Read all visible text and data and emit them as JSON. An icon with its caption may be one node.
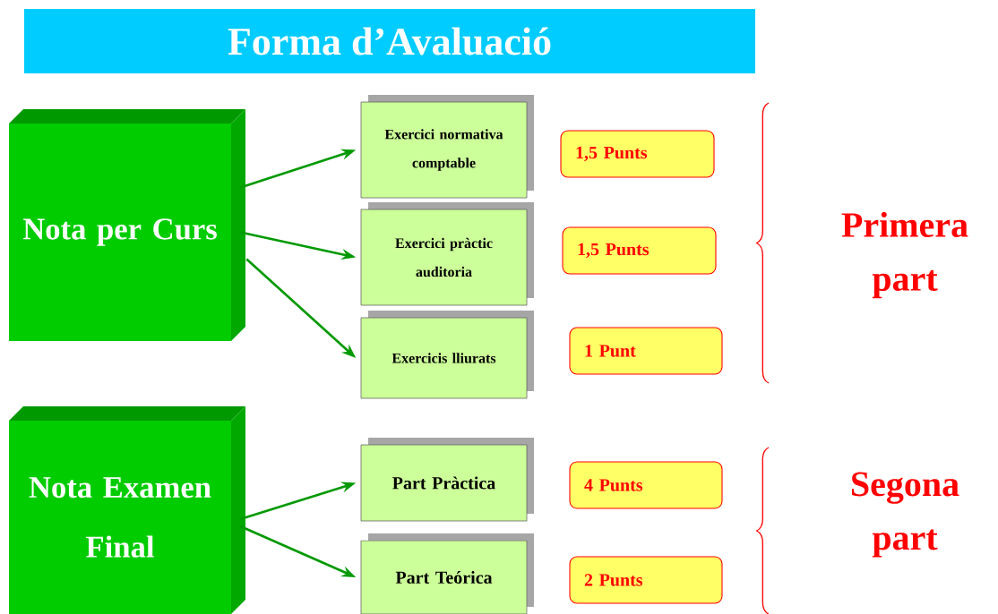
{
  "diagram": {
    "title": "Forma d’Avaluació",
    "nodes": [
      {
        "text": [
          "Nota per Curs"
        ]
      },
      {
        "text": [
          "Exercici normativa comptable"
        ]
      },
      {
        "text": [
          "Exercici pràctic auditoria"
        ]
      },
      {
        "text": [
          "Exercicis lliurats"
        ]
      },
      {
        "text": [
          "1,5 Punts"
        ]
      },
      {
        "text": [
          "1,5 Punts"
        ]
      },
      {
        "text": [
          "1 Punt"
        ]
      },
      {
        "text": [
          "Nota Examen Final"
        ]
      },
      {
        "text": [
          "Part Pràctica"
        ]
      },
      {
        "text": [
          "Part Teórica"
        ]
      },
      {
        "text": [
          "4 Punts"
        ]
      },
      {
        "text": [
          "2 Punts"
        ]
      }
    ],
    "edges": [
      {
        "from": 0,
        "to": 1,
        "arrow": "to"
      },
      {
        "from": 0,
        "to": 2,
        "arrow": "to"
      },
      {
        "from": 0,
        "to": 3,
        "arrow": "to"
      },
      {
        "from": 7,
        "to": 8,
        "arrow": "to"
      },
      {
        "from": 7,
        "to": 9,
        "arrow": "to"
      }
    ],
    "labels": [
      "Primera part",
      "Segona part"
    ]
  }
}
